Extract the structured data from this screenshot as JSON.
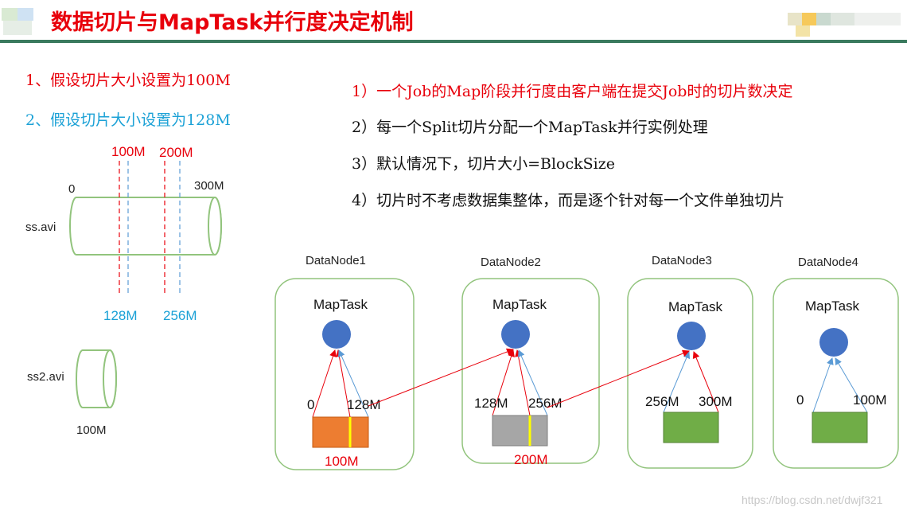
{
  "title": "数据切片与MapTask并行度决定机制",
  "settings": [
    {
      "text": "1、假设切片大小设置为100M",
      "color": "#e8000b"
    },
    {
      "text": "2、假设切片大小设置为128M",
      "color": "#1ba1d6"
    }
  ],
  "points": [
    {
      "text": "1）一个Job的Map阶段并行度由客户端在提交Job时的切片数决定",
      "color": "#e8000b"
    },
    {
      "text": "2）每一个Split切片分配一个MapTask并行实例处理",
      "color": "#111111"
    },
    {
      "text": "3）默认情况下，切片大小=BlockSize",
      "color": "#111111"
    },
    {
      "text": "4）切片时不考虑数据集整体，而是逐个针对每一个文件单独切片",
      "color": "#111111"
    }
  ],
  "file1": {
    "name": "ss.avi",
    "start_label": "0",
    "end_label": "300M",
    "red_cuts": [
      "100M",
      "200M"
    ],
    "blue_cuts": [
      "128M",
      "256M"
    ]
  },
  "file2": {
    "name": "ss2.avi",
    "size_label": "100M"
  },
  "nodes": [
    {
      "name": "DataNode1",
      "task": "MapTask",
      "left_label": "0",
      "right_label": "128M",
      "block_label": "100M",
      "block_color": "#ed7d31"
    },
    {
      "name": "DataNode2",
      "task": "MapTask",
      "left_label": "128M",
      "right_label": "256M",
      "block_label": "200M",
      "block_color": "#a6a6a6"
    },
    {
      "name": "DataNode3",
      "task": "MapTask",
      "left_label": "256M",
      "right_label": "300M",
      "block_label": "",
      "block_color": "#70ad47"
    },
    {
      "name": "DataNode4",
      "task": "MapTask",
      "left_label": "0",
      "right_label": "100M",
      "block_label": "",
      "block_color": "#70ad47"
    }
  ],
  "colors": {
    "red": "#e8000b",
    "blue": "#1ba1d6",
    "green_border": "#92c47d",
    "task_circle": "#4472c4",
    "split_marker": "#ffff00"
  },
  "watermark": "https://blog.csdn.net/dwjf321"
}
